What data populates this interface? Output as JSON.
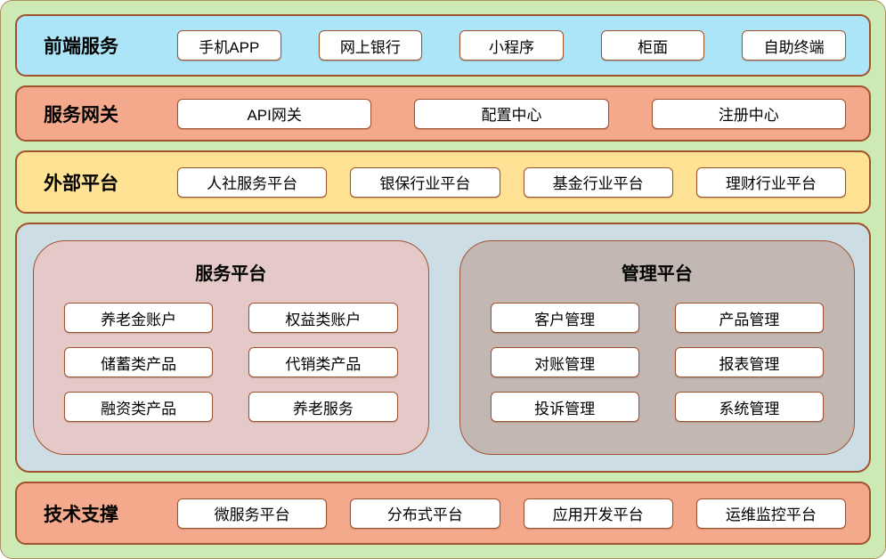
{
  "diagram": {
    "bands": {
      "frontend": {
        "label": "前端服务",
        "items": [
          "手机APP",
          "网上银行",
          "小程序",
          "柜面",
          "自助终端"
        ]
      },
      "gateway": {
        "label": "服务网关",
        "items": [
          "API网关",
          "配置中心",
          "注册中心"
        ]
      },
      "external": {
        "label": "外部平台",
        "items": [
          "人社服务平台",
          "银保行业平台",
          "基金行业平台",
          "理财行业平台"
        ]
      },
      "support": {
        "label": "技术支撑",
        "items": [
          "微服务平台",
          "分布式平台",
          "应用开发平台",
          "运维监控平台"
        ]
      }
    },
    "platforms": {
      "service": {
        "title": "服务平台",
        "items": [
          "养老金账户",
          "权益类账户",
          "储蓄类产品",
          "代销类产品",
          "融资类产品",
          "养老服务"
        ]
      },
      "management": {
        "title": "管理平台",
        "items": [
          "客户管理",
          "产品管理",
          "对账管理",
          "报表管理",
          "投诉管理",
          "系统管理"
        ]
      }
    },
    "colors": {
      "page_bg": "#cdeab5",
      "frontend_bg": "#ace5f8",
      "gateway_bg": "#f5a98c",
      "external_bg": "#ffe294",
      "container_bg": "#ccdde5",
      "service_bg": "#e5c9c9",
      "management_bg": "#c3b7b3",
      "support_bg": "#f5a98c",
      "border": "#a0522d"
    }
  }
}
